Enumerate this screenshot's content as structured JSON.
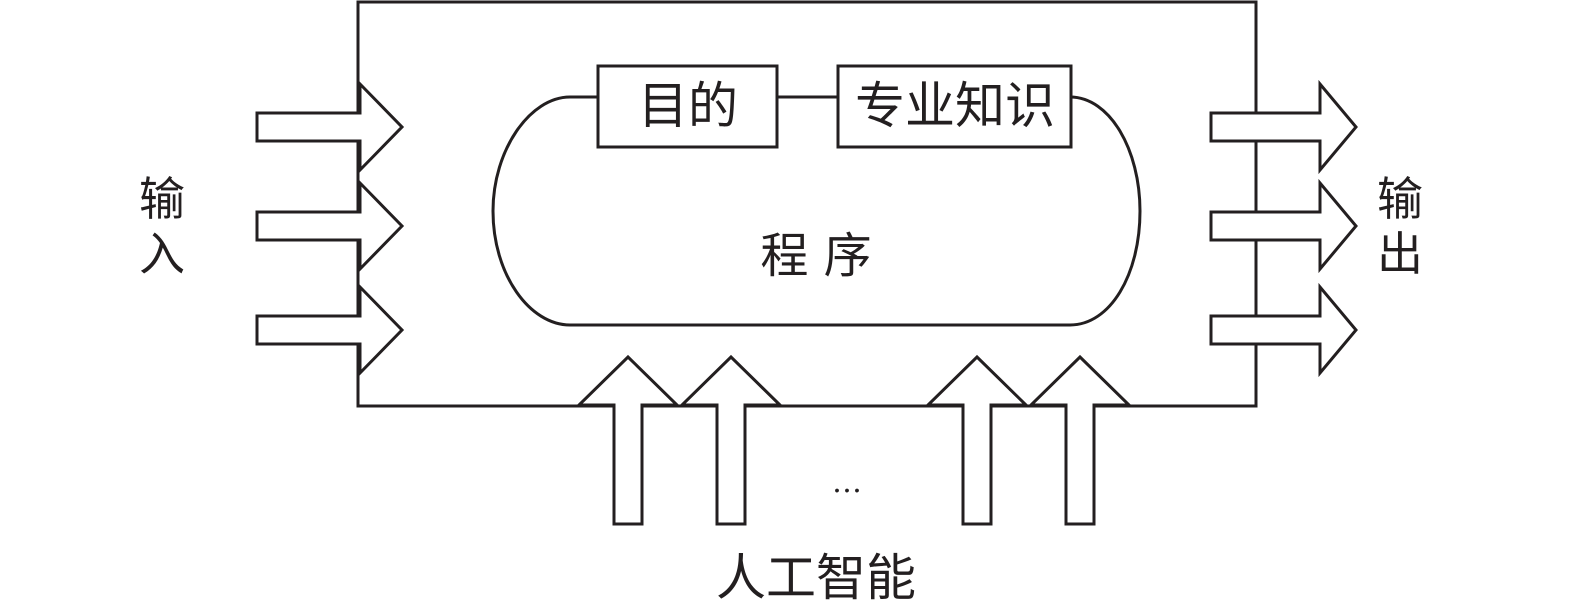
{
  "diagram": {
    "input_label_chars": [
      "输",
      "入"
    ],
    "output_label_chars": [
      "输",
      "出"
    ],
    "program_label": "程 序",
    "purpose_label": "目的",
    "knowledge_label": "专业知识",
    "ellipsis": "…",
    "ai_label": "人工智能",
    "input_arrow_count": 3,
    "output_arrow_count": 3,
    "ai_arrow_count": 4,
    "colors": {
      "stroke": "#231f20",
      "background": "#ffffff"
    }
  }
}
